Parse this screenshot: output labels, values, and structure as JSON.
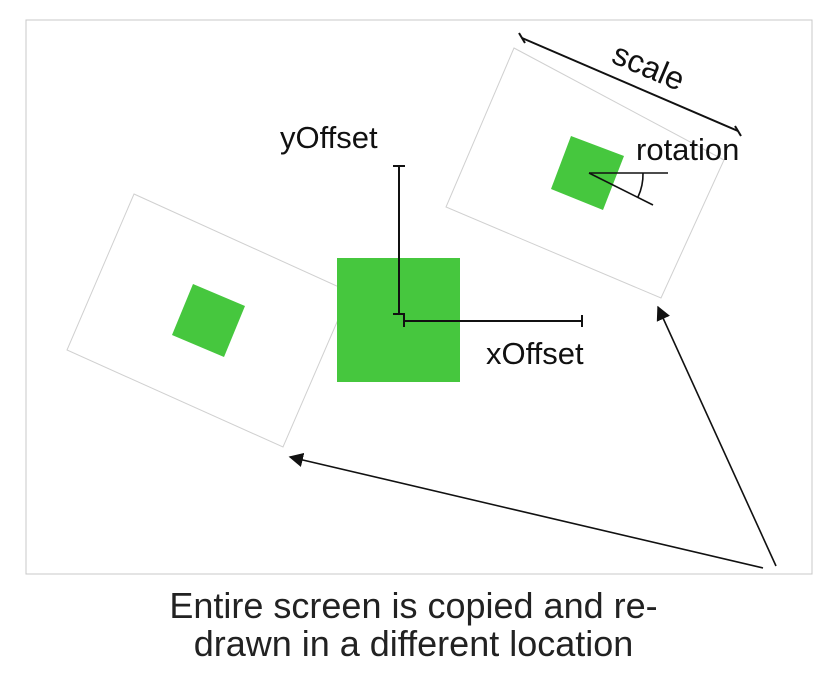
{
  "labels": {
    "scale": "scale",
    "rotation": "rotation",
    "y_offset": "yOffset",
    "x_offset": "xOffset"
  },
  "caption": {
    "line1": "Entire screen is copied and re-",
    "line2": "drawn in a different location"
  },
  "colors": {
    "square_fill": "#46c73e",
    "frame_stroke": "#d0d0d0",
    "screen_border": "#c8c8c8",
    "line": "#111111"
  }
}
